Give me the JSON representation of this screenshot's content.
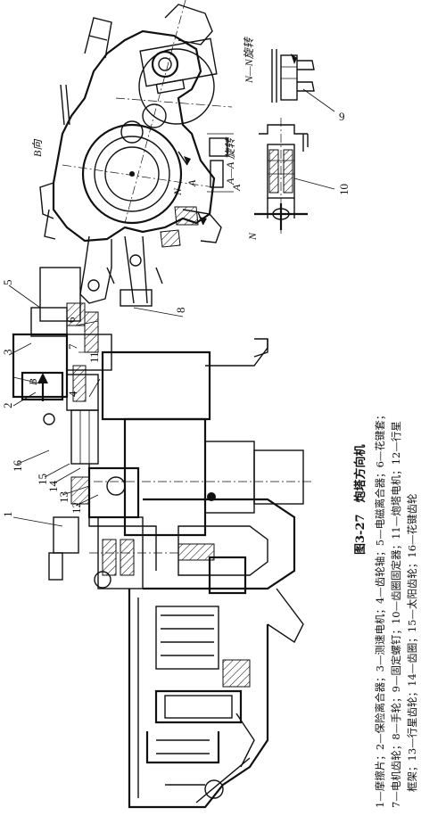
{
  "figure": {
    "caption_title": "图3-27　炮塔方向机",
    "legend_lines": [
      "1—摩擦片；2—保险离合器；3—测速电机；4—齿轮轴；5—电磁离合器；6—花键套；",
      "7—电机齿轮；8—手轮；9—固定螺钉；10—齿圈固定器；11—炮塔电机；12—行星",
      "框架；13—行星齿轮；14—齿圈；15—太阳齿轮；16—花键齿轮"
    ],
    "callouts": [
      "1",
      "2",
      "3",
      "4",
      "5",
      "6",
      "7",
      "8",
      "9",
      "10",
      "11",
      "12",
      "13",
      "14",
      "15",
      "16"
    ],
    "view_labels": {
      "b_direction": "B向",
      "b_arrow": "B",
      "aa_rotated": "A—A 旋转",
      "nn_rotated": "N—N旋转",
      "n_upper": "N",
      "a_upper": "A",
      "n_lower": "N",
      "a_lower": "A"
    }
  }
}
